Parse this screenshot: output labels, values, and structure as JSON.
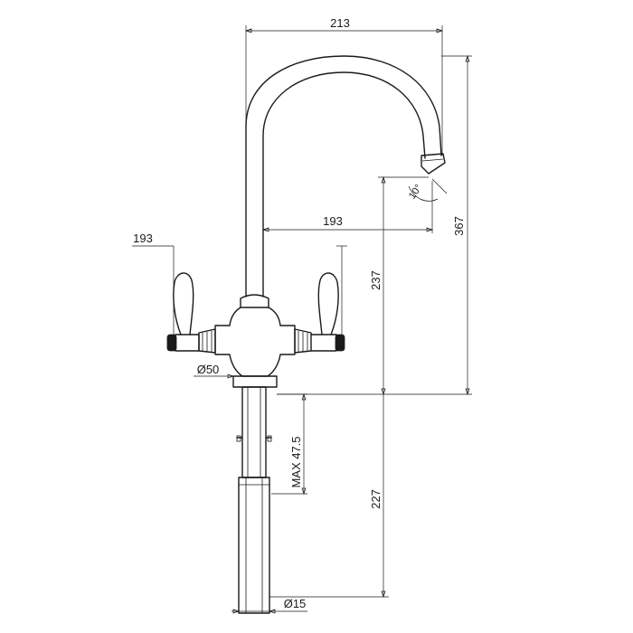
{
  "dimensions": {
    "top_width": "213",
    "total_height": "367",
    "spout_reach": "193",
    "lever_span": "193",
    "spout_height": "237",
    "shank_length": "227",
    "max_thickness": "MAX 47.5",
    "base_diameter": "Ø50",
    "shank_diameter": "Ø15",
    "spout_angle": "10°"
  },
  "colors": {
    "line": "#1a1a1a",
    "background": "#ffffff"
  }
}
